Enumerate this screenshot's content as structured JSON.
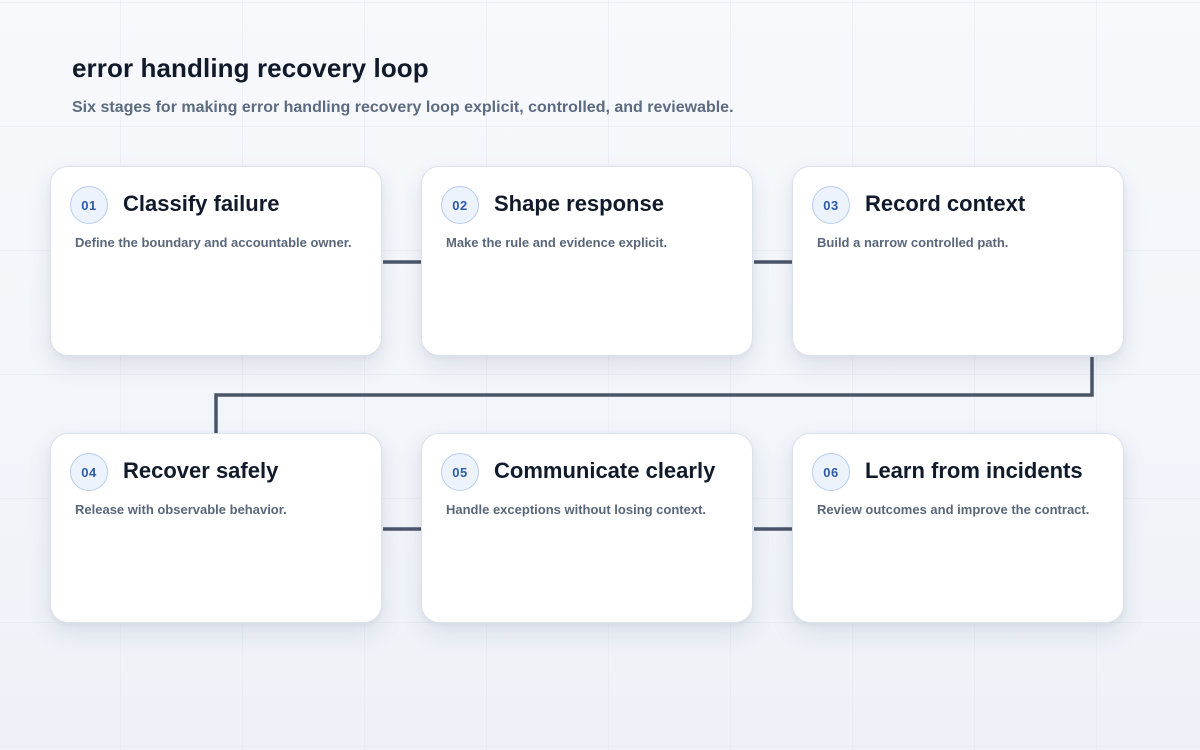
{
  "header": {
    "title": "error handling recovery loop",
    "subtitle": "Six stages for making error handling recovery loop explicit, controlled, and reviewable."
  },
  "stages": [
    {
      "number": "01",
      "title": "Classify failure",
      "description": "Define the boundary and accountable owner."
    },
    {
      "number": "02",
      "title": "Shape response",
      "description": "Make the rule and evidence explicit."
    },
    {
      "number": "03",
      "title": "Record context",
      "description": "Build a narrow controlled path."
    },
    {
      "number": "04",
      "title": "Recover safely",
      "description": "Release with observable behavior."
    },
    {
      "number": "05",
      "title": "Communicate clearly",
      "description": "Handle exceptions without losing context."
    },
    {
      "number": "06",
      "title": "Learn from incidents",
      "description": "Review outcomes and improve the contract."
    }
  ],
  "colors": {
    "connector": "#4a5568",
    "badge_text": "#2d5ba8",
    "title_text": "#111a2b"
  }
}
